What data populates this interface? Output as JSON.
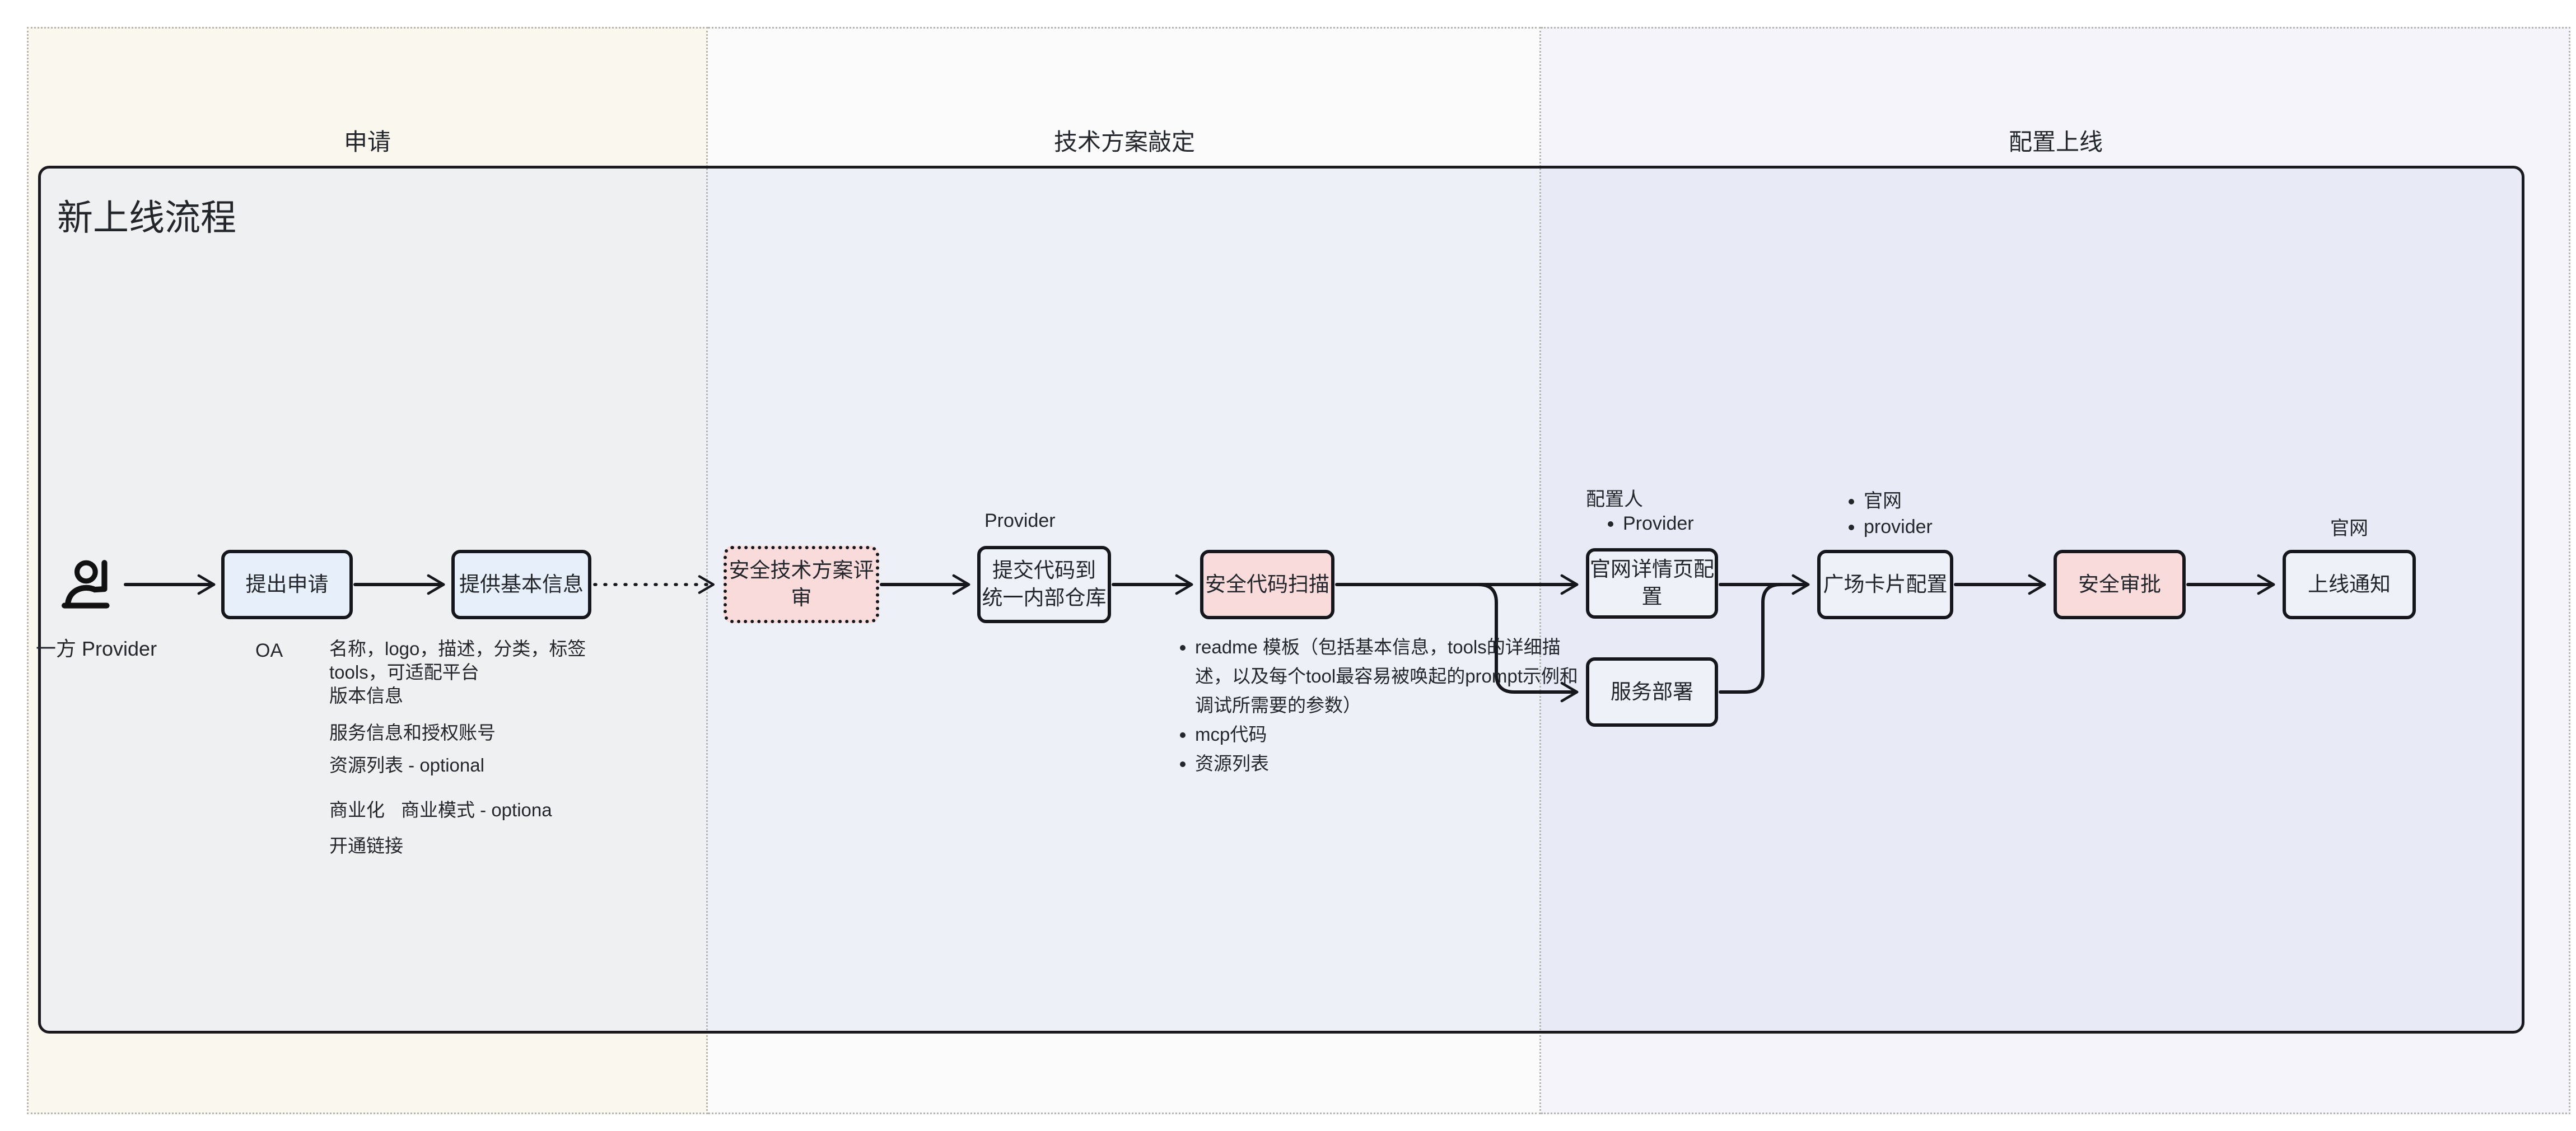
{
  "frame": {
    "title": "新上线流程"
  },
  "phases": [
    {
      "label": "申请"
    },
    {
      "label": "技术方案敲定"
    },
    {
      "label": "配置上线"
    }
  ],
  "actor": {
    "label": "一方 Provider"
  },
  "nodes": {
    "apply": {
      "label": "提出申请"
    },
    "basic_info": {
      "label": "提供基本信息"
    },
    "tech_review": {
      "label": "安全技术方案评审"
    },
    "submit_code": {
      "label": "提交代码到\n统一内部仓库"
    },
    "code_scan": {
      "label": "安全代码扫描"
    },
    "site_detail": {
      "label": "官网详情页配置"
    },
    "deploy": {
      "label": "服务部署"
    },
    "plaza_card": {
      "label": "广场卡片配置"
    },
    "security_approval": {
      "label": "安全审批"
    },
    "launch_notice": {
      "label": "上线通知"
    }
  },
  "labels": {
    "oa": "OA",
    "submit_owner": "Provider",
    "configurator_title": "配置人",
    "configurator_items": [
      "Provider"
    ],
    "plaza_card_items": [
      "官网",
      "provider"
    ],
    "launch_channel": "官网"
  },
  "apply_details": {
    "basic_fields": "名称，logo，描述，分类，标签\ntools，可适配平台\n版本信息",
    "service_info": "服务信息和授权账号",
    "resource_list": "资源列表 - optional",
    "commercial_label": "商业化",
    "commercial_value": "商业模式 - optiona",
    "open_link": "开通链接"
  },
  "scan_requirements": [
    "readme 模板（包括基本信息，tools的详细描述，以及每个tool最容易被唤起的prompt示例和调试所需要的参数）",
    "mcp代码",
    "资源列表"
  ],
  "colors": {
    "phase1_bg": "#FAF8EE",
    "phase2_bg": "#FBFBFC",
    "phase3_bg": "#F5F4FB",
    "frame_fill_phase1": "#EFF0F1",
    "frame_fill_phase2": "#EDF0F6",
    "frame_fill_phase3": "#E8EAF6",
    "node_blue": "#E7EFFB",
    "node_pink": "#F9DBDB",
    "node_neutral": "#EEF1F8",
    "stroke": "#15171C"
  }
}
